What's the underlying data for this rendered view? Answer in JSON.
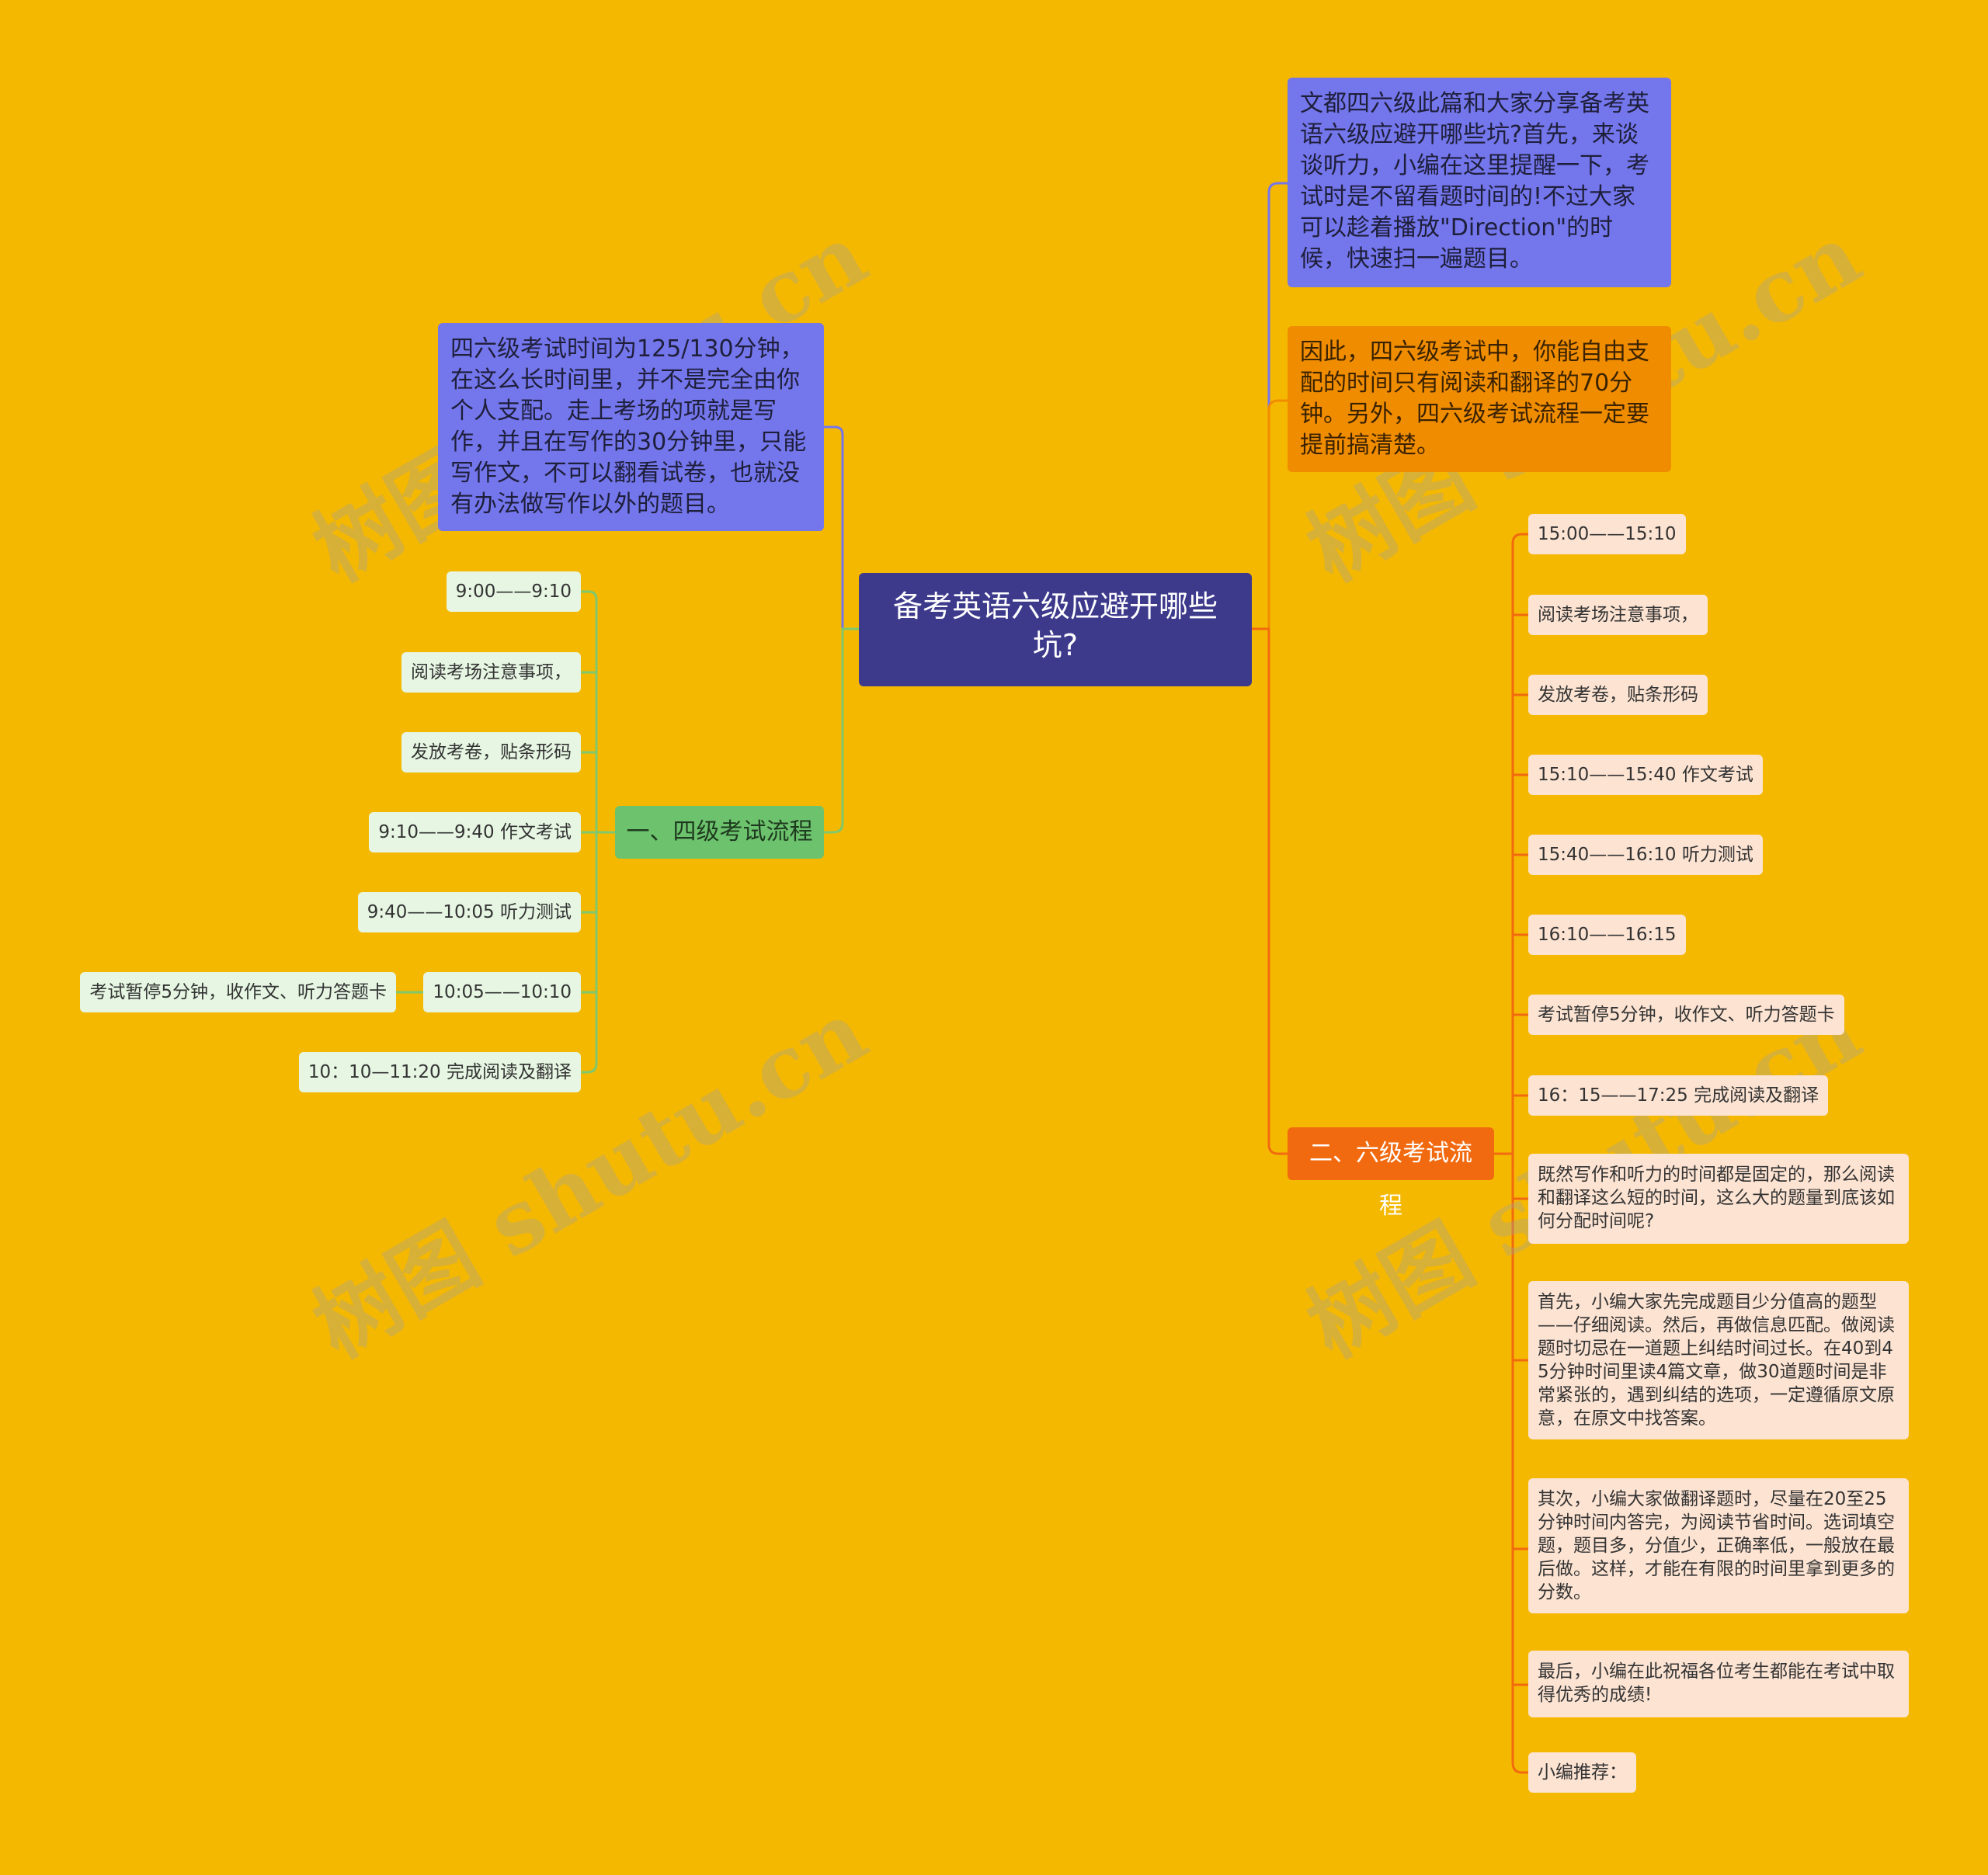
{
  "colors": {
    "background": "#F5B800",
    "root": "#3D3A8C",
    "note_blue": "#7476EC",
    "note_orange": "#F08C00",
    "branch_green": "#6CC26D",
    "branch_orange": "#F26A0F",
    "leaf_green": "#E6F6E2",
    "leaf_peach": "#FCE3D2",
    "line_left": "#7FC86E",
    "line_right": "#F26A0F"
  },
  "root": {
    "title": "备考英语六级应避开哪些坑?"
  },
  "left": {
    "intro_note": "四六级考试时间为125/130分钟，在这么长时间里，并不是完全由你个人支配。走上考场的项就是写作，并且在写作的30分钟里，只能写作文，不可以翻看试卷，也就没有办法做写作以外的题目。",
    "branch_label": "一、四级考试流程",
    "items": [
      "9:00——9:10",
      "阅读考场注意事项，",
      "发放考卷，贴条形码",
      "9:10——9:40 作文考试",
      "9:40——10:05 听力测试",
      "10:05——10:10",
      "10：10—11:20 完成阅读及翻译"
    ],
    "sub_item": "考试暂停5分钟，收作文、听力答题卡"
  },
  "right": {
    "intro_note": "文都四六级此篇和大家分享备考英语六级应避开哪些坑?首先，来谈谈听力，小编在这里提醒一下，考试时是不留看题时间的!不过大家可以趁着播放\"Direction\"的时候，快速扫一遍题目。",
    "second_note": "因此，四六级考试中，你能自由支配的时间只有阅读和翻译的70分钟。另外，四六级考试流程一定要提前搞清楚。",
    "branch_label": "二、六级考试流程",
    "items": [
      "15:00——15:10",
      "阅读考场注意事项，",
      "发放考卷，贴条形码",
      "15:10——15:40 作文考试",
      "15:40——16:10 听力测试",
      "16:10——16:15",
      "考试暂停5分钟，收作文、听力答题卡",
      "16：15——17:25 完成阅读及翻译",
      "既然写作和听力的时间都是固定的，那么阅读和翻译这么短的时间，这么大的题量到底该如何分配时间呢?",
      "首先，小编大家先完成题目少分值高的题型——仔细阅读。然后，再做信息匹配。做阅读题时切忌在一道题上纠结时间过长。在40到45分钟时间里读4篇文章，做30道题时间是非常紧张的，遇到纠结的选项，一定遵循原文原意，在原文中找答案。",
      "其次，小编大家做翻译题时，尽量在20至25分钟时间内答完，为阅读节省时间。选词填空题，题目多，分值少，正确率低，一般放在最后做。这样，才能在有限的时间里拿到更多的分数。",
      "最后，小编在此祝福各位考生都能在考试中取得优秀的成绩!",
      "小编推荐："
    ]
  },
  "watermark": "树图 shutu.cn"
}
